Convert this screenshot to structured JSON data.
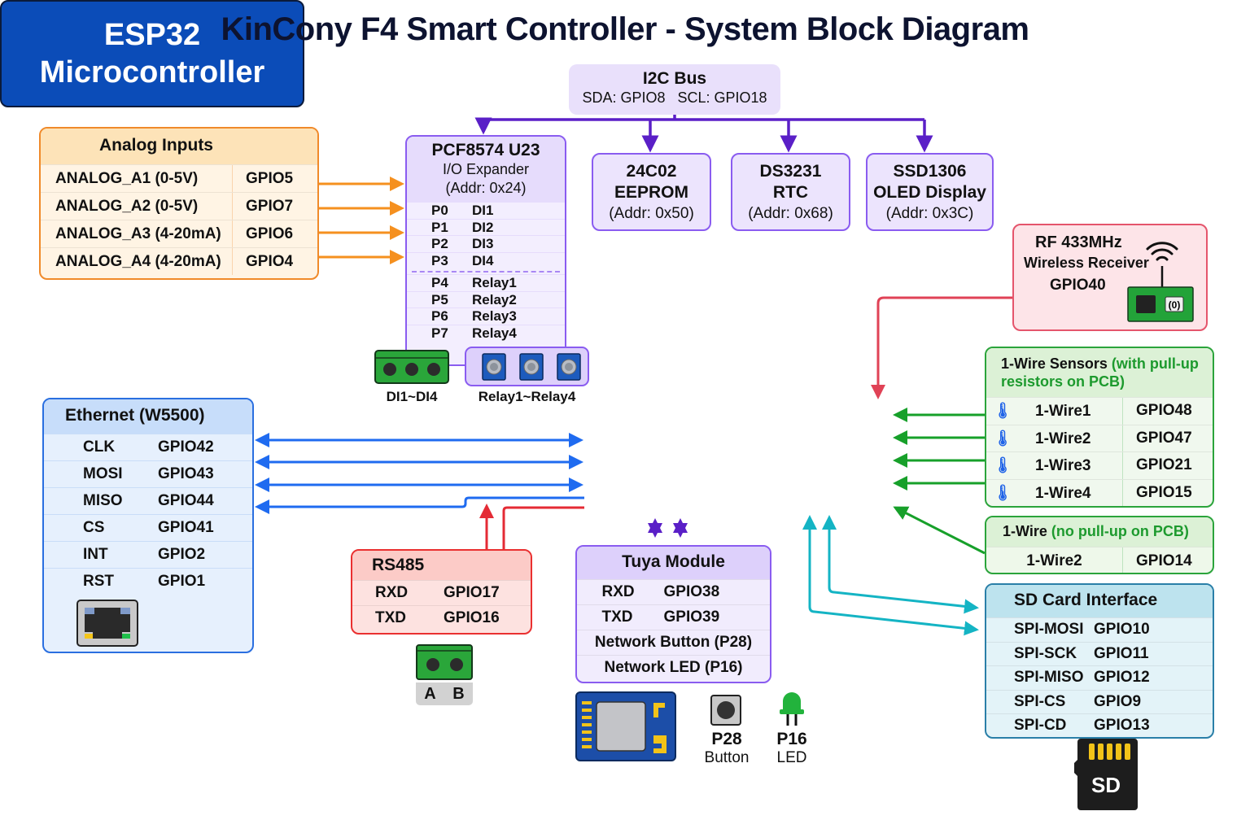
{
  "title": "KinCony F4 Smart Controller - System Block Diagram",
  "colors": {
    "i2c_line": "#5a1fc7",
    "analog_line": "#f5901f",
    "ethernet_line": "#1f6bf0",
    "rs485_line": "#e42b35",
    "onewire_line": "#17a02a",
    "sd_line": "#14b4c4",
    "rf_line": "#e04256",
    "esp32_fill": "#0b4cb8"
  },
  "i2c_bus": {
    "title": "I2C Bus",
    "sda": "SDA: GPIO8",
    "scl": "SCL: GPIO18"
  },
  "analog_inputs": {
    "title": "Analog Inputs",
    "rows": [
      {
        "name": "ANALOG_A1 (0-5V)",
        "gpio": "GPIO5"
      },
      {
        "name": "ANALOG_A2 (0-5V)",
        "gpio": "GPIO7"
      },
      {
        "name": "ANALOG_A3 (4-20mA)",
        "gpio": "GPIO6"
      },
      {
        "name": "ANALOG_A4 (4-20mA)",
        "gpio": "GPIO4"
      }
    ]
  },
  "pcf8574": {
    "title": "PCF8574 U23",
    "subtitle": "I/O Expander",
    "addr": "(Addr: 0x24)",
    "inputs": [
      {
        "pin": "P0",
        "label": "DI1"
      },
      {
        "pin": "P1",
        "label": "DI2"
      },
      {
        "pin": "P2",
        "label": "DI3"
      },
      {
        "pin": "P3",
        "label": "DI4"
      }
    ],
    "outputs": [
      {
        "pin": "P4",
        "label": "Relay1"
      },
      {
        "pin": "P5",
        "label": "Relay2"
      },
      {
        "pin": "P6",
        "label": "Relay3"
      },
      {
        "pin": "P7",
        "label": "Relay4"
      }
    ],
    "terminal_label": "DI1~DI4",
    "relay_label": "Relay1~Relay4"
  },
  "i2c_devices": [
    {
      "part": "24C02",
      "type": "EEPROM",
      "addr": "(Addr: 0x50)"
    },
    {
      "part": "DS3231",
      "type": "RTC",
      "addr": "(Addr: 0x68)"
    },
    {
      "part": "SSD1306",
      "type": "OLED Display",
      "addr": "(Addr: 0x3C)"
    }
  ],
  "rf": {
    "title": "RF 433MHz",
    "subtitle": "Wireless Receiver",
    "gpio": "GPIO40"
  },
  "onewire_sensors": {
    "title": "1-Wire Sensors",
    "note": "(with pull-up resistors on PCB)",
    "rows": [
      {
        "name": "1-Wire1",
        "gpio": "GPIO48",
        "icon": "thermometer-icon"
      },
      {
        "name": "1-Wire2",
        "gpio": "GPIO47",
        "icon": "thermometer-icon"
      },
      {
        "name": "1-Wire3",
        "gpio": "GPIO21",
        "icon": "thermometer-icon"
      },
      {
        "name": "1-Wire4",
        "gpio": "GPIO15",
        "icon": "thermometer-icon"
      }
    ]
  },
  "onewire_nopullup": {
    "title": "1-Wire",
    "note": "(no pull-up on PCB)",
    "rows": [
      {
        "name": "1-Wire2",
        "gpio": "GPIO14"
      }
    ]
  },
  "esp32": {
    "line1": "ESP32",
    "line2": "Microcontroller"
  },
  "ethernet": {
    "title": "Ethernet (W5500)",
    "rows": [
      {
        "sig": "CLK",
        "gpio": "GPIO42"
      },
      {
        "sig": "MOSI",
        "gpio": "GPIO43"
      },
      {
        "sig": "MISO",
        "gpio": "GPIO44"
      },
      {
        "sig": "CS",
        "gpio": "GPIO41"
      },
      {
        "sig": "INT",
        "gpio": "GPIO2"
      },
      {
        "sig": "RST",
        "gpio": "GPIO1"
      }
    ]
  },
  "rs485": {
    "title": "RS485",
    "rows": [
      {
        "sig": "RXD",
        "gpio": "GPIO17"
      },
      {
        "sig": "TXD",
        "gpio": "GPIO16"
      }
    ],
    "terminal_a": "A",
    "terminal_b": "B"
  },
  "tuya": {
    "title": "Tuya Module",
    "rows": [
      {
        "sig": "RXD",
        "gpio": "GPIO38"
      },
      {
        "sig": "TXD",
        "gpio": "GPIO39"
      }
    ],
    "button_row": "Network Button (P28)",
    "led_row": "Network LED (P16)",
    "button_pin": "P28",
    "button_caption": "Button",
    "led_pin": "P16",
    "led_caption": "LED"
  },
  "sd_card": {
    "title": "SD Card Interface",
    "rows": [
      {
        "sig": "SPI-MOSI",
        "gpio": "GPIO10"
      },
      {
        "sig": "SPI-SCK",
        "gpio": "GPIO11"
      },
      {
        "sig": "SPI-MISO",
        "gpio": "GPIO12"
      },
      {
        "sig": "SPI-CS",
        "gpio": "GPIO9"
      },
      {
        "sig": "SPI-CD",
        "gpio": "GPIO13"
      }
    ],
    "card_label": "SD"
  }
}
